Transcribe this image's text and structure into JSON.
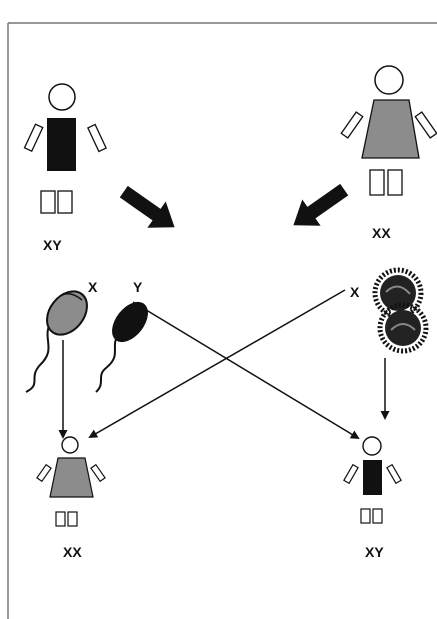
{
  "labels": {
    "father_karyotype": "XY",
    "mother_karyotype": "XX",
    "sperm_x": "X",
    "sperm_y": "Y",
    "egg_x": "X",
    "daughter_karyotype": "XX",
    "son_karyotype": "XY"
  },
  "colors": {
    "male_body": "#111111",
    "female_body": "#8c8c8c",
    "outline": "#111111",
    "x_sperm_head": "#8c8c8c",
    "y_sperm_head": "#111111",
    "egg": "#222222"
  },
  "icons": {
    "father": "male-figure",
    "mother": "female-figure",
    "daughter": "female-figure",
    "son": "male-figure",
    "sperm": "sperm-cell",
    "egg": "egg-cell"
  }
}
